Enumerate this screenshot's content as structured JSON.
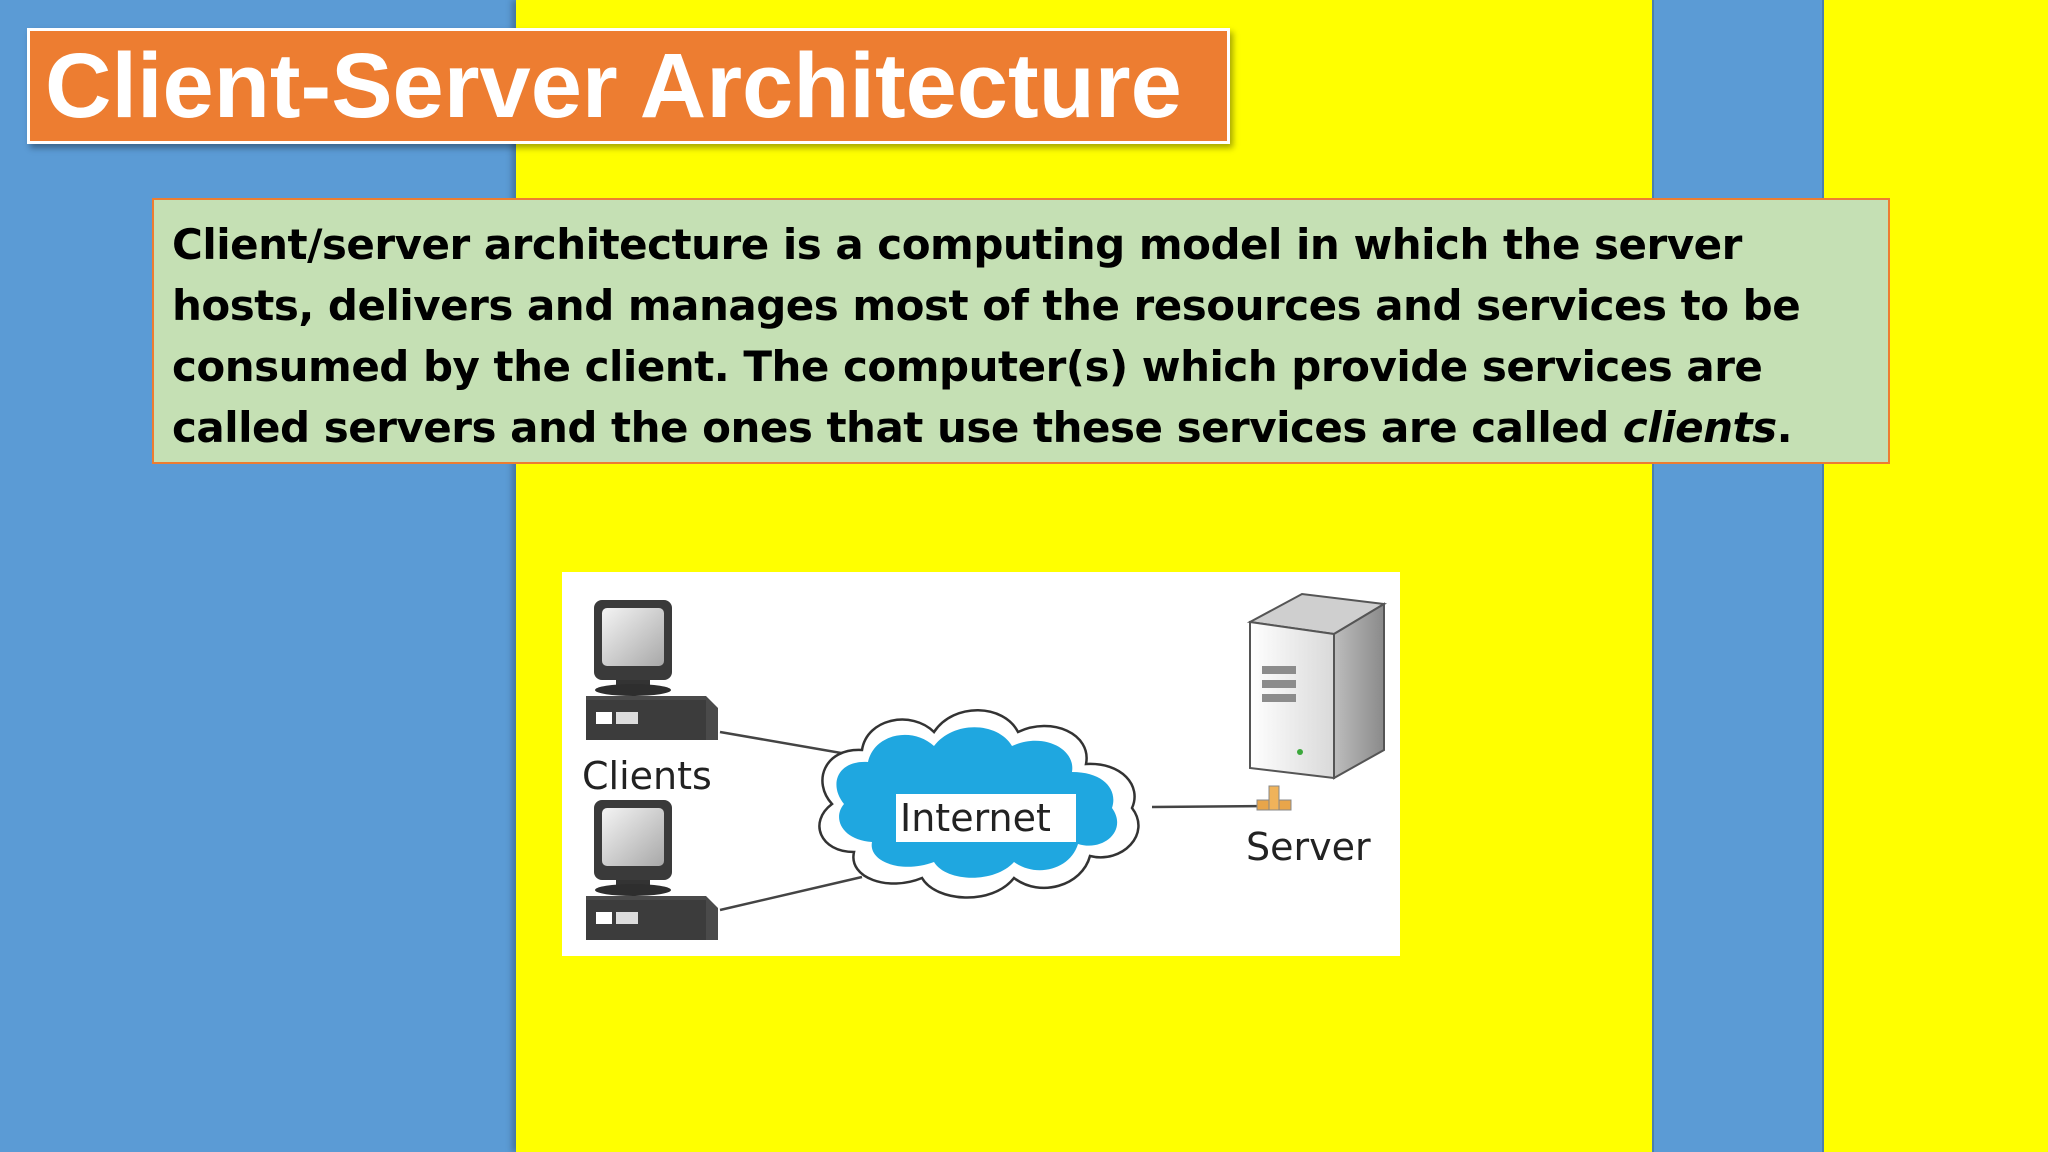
{
  "slide": {
    "title": "Client-Server Architecture",
    "description": {
      "part1": "Client/server architecture is a computing model in which the server hosts, delivers and manages most of the resources and services to be consumed by the client. The computer(s) which provide services are called servers and the ones that use these services are called ",
      "emphasis": "clients",
      "part2": "."
    }
  },
  "diagram": {
    "clients_label": "Clients",
    "internet_label": "Internet",
    "server_label": "Server"
  },
  "colors": {
    "blue_band": "#5b9bd5",
    "yellow_band": "#ffff00",
    "title_bg": "#ed7d31",
    "desc_bg": "#c5e0b4",
    "cloud": "#1fa7e0"
  },
  "icons": [
    "desktop-computer-icon",
    "internet-cloud-icon",
    "server-tower-icon"
  ]
}
